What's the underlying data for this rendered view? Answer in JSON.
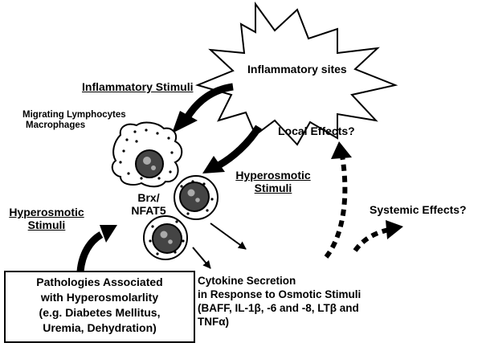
{
  "labels": {
    "inflammatory_sites": "Inflammatory sites",
    "inflammatory_stimuli": "Inflammatory Stimuli",
    "migrating_line1": "Migrating Lymphocytes",
    "migrating_line2": "Macrophages",
    "local_effects": "Local Effects?",
    "hyperosmotic_right_line1": "Hyperosmotic",
    "hyperosmotic_right_line2": "Stimuli",
    "brx_line1": "Brx/",
    "brx_line2": "NFAT5",
    "hyperosmotic_left_line1": "Hyperosmotic",
    "hyperosmotic_left_line2": "Stimuli",
    "systemic_effects": "Systemic Effects?",
    "pathologies_line1": "Pathologies Associated",
    "pathologies_line2": "with Hyperosmolarlity",
    "pathologies_line3": "(e.g. Diabetes Mellitus,",
    "pathologies_line4": "Uremia, Dehydration)",
    "cytokine_line1": "Cytokine Secretion",
    "cytokine_line2": "in Response to Osmotic Stimuli",
    "cytokine_line3": "(BAFF, IL-1β, -6 and -8, LTβ and",
    "cytokine_line4": "TNFα)"
  }
}
